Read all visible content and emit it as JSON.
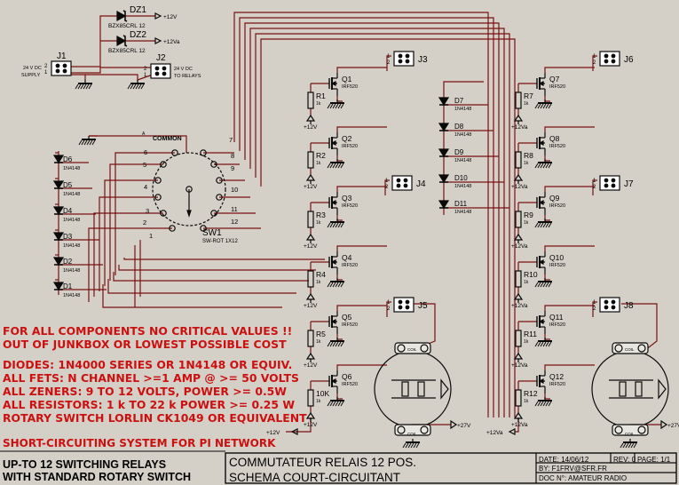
{
  "colors": {
    "background": "#d4d0c8",
    "wire": "#7a1010",
    "component": "#0a0a0a",
    "annotation": "#cc1010",
    "label": "#000000"
  },
  "supply": {
    "j1": "J1",
    "j1_desc1": "24 V DC",
    "j1_desc2": "SUPPLY",
    "j2": "J2",
    "j2_desc1": "24 V DC",
    "j2_desc2": "TO RELAYS",
    "dz1": "DZ1",
    "dz1_part": "BZX85CRL 12",
    "dz1_rail": "+12V",
    "dz2": "DZ2",
    "dz2_part": "BZX85CRL 12",
    "dz2_rail": "+12Va"
  },
  "switch": {
    "ref": "SW1",
    "part": "SW-ROT 1X12",
    "common_label": "COMMON",
    "common_tag": "A",
    "positions": [
      "1",
      "2",
      "3",
      "4",
      "5",
      "6",
      "7",
      "8",
      "9",
      "10",
      "11",
      "12"
    ]
  },
  "left_diodes": [
    {
      "ref": "D6",
      "part": "1N4148"
    },
    {
      "ref": "D5",
      "part": "1N4148"
    },
    {
      "ref": "D4",
      "part": "1N4148"
    },
    {
      "ref": "D3",
      "part": "1N4148"
    },
    {
      "ref": "D2",
      "part": "1N4148"
    },
    {
      "ref": "D1",
      "part": "1N4148"
    }
  ],
  "mid_diodes": [
    {
      "ref": "D7",
      "part": "1N4148"
    },
    {
      "ref": "D8",
      "part": "1N4148"
    },
    {
      "ref": "D9",
      "part": "1N4148"
    },
    {
      "ref": "D10",
      "part": "1N4148"
    },
    {
      "ref": "D11",
      "part": "1N4148"
    }
  ],
  "left_chain": {
    "rail_label": "+12V",
    "fets": [
      {
        "ref": "Q1",
        "part": "IRF520"
      },
      {
        "ref": "Q2",
        "part": "IRF520"
      },
      {
        "ref": "Q3",
        "part": "IRF520"
      },
      {
        "ref": "Q4",
        "part": "IRF520"
      },
      {
        "ref": "Q5",
        "part": "IRF520"
      },
      {
        "ref": "Q6",
        "part": "IRF520"
      }
    ],
    "resistors": [
      {
        "ref": "R1",
        "value": "1k"
      },
      {
        "ref": "R2",
        "value": "1k"
      },
      {
        "ref": "R3",
        "value": "1k"
      },
      {
        "ref": "R4",
        "value": "1k"
      },
      {
        "ref": "R5",
        "value": "1k"
      },
      {
        "ref": "10K",
        "value": "1k"
      }
    ]
  },
  "right_chain": {
    "rail_label": "+12Va",
    "fets": [
      {
        "ref": "Q7",
        "part": "IRF520"
      },
      {
        "ref": "Q8",
        "part": "IRF520"
      },
      {
        "ref": "Q9",
        "part": "IRF520"
      },
      {
        "ref": "Q10",
        "part": "IRF520"
      },
      {
        "ref": "Q11",
        "part": "IRF520"
      },
      {
        "ref": "Q12",
        "part": "IRF520"
      }
    ],
    "resistors": [
      {
        "ref": "R7",
        "value": "1k"
      },
      {
        "ref": "R8",
        "value": "1k"
      },
      {
        "ref": "R9",
        "value": "1k"
      },
      {
        "ref": "R10",
        "value": "1k"
      },
      {
        "ref": "R11",
        "value": "1k"
      },
      {
        "ref": "R12",
        "value": "1k"
      }
    ]
  },
  "connectors": [
    {
      "ref": "J3",
      "pins": [
        "1",
        "2"
      ]
    },
    {
      "ref": "J4",
      "pins": [
        "1",
        "2"
      ]
    },
    {
      "ref": "J5",
      "pins": [
        "1",
        "2"
      ]
    },
    {
      "ref": "J6",
      "pins": [
        "1",
        "2"
      ]
    },
    {
      "ref": "J7",
      "pins": [
        "1",
        "2"
      ]
    },
    {
      "ref": "J8",
      "pins": [
        "1",
        "2"
      ]
    }
  ],
  "relays": [
    {
      "coil_label": "COIL",
      "supply": "+27V",
      "ground": "COIL"
    },
    {
      "coil_label": "COIL",
      "supply": "+27V",
      "ground": "COIL"
    }
  ],
  "bottom_rails": {
    "left": "+12V",
    "right": "+12Va"
  },
  "notes": [
    "FOR ALL COMPONENTS NO CRITICAL VALUES !!",
    "OUT OF JUNKBOX OR LOWEST POSSIBLE COST",
    "DIODES: 1N4000 SERIES OR 1N4148 OR EQUIV.",
    "ALL FETS: N CHANNEL >=1 AMP @ >= 50 VOLTS",
    "ALL ZENERS: 9 TO 12 VOLTS,  POWER  >= 0.5W",
    "ALL RESISTORS: 1 k TO 22 k  POWER >= 0.25 W",
    "ROTARY SWITCH LORLIN CK1049 OR EQUIVALENT"
  ],
  "short_circuit_title": "SHORT-CIRCUITING SYSTEM FOR PI NETWORK",
  "caption": [
    "UP-TO 12 SWITCHING RELAYS",
    "WITH STANDARD ROTARY SWITCH"
  ],
  "title_block": {
    "title1": "COMMUTATEUR RELAIS 12 POS.",
    "title2": "SCHEMA COURT-CIRCUITANT",
    "date": "DATE: 14/06/12",
    "rev": "REV: 0",
    "page": "PAGE: 1/1",
    "by": "BY:  F1FRV@SFR.FR",
    "doc": "DOC N°: AMATEUR RADIO"
  }
}
